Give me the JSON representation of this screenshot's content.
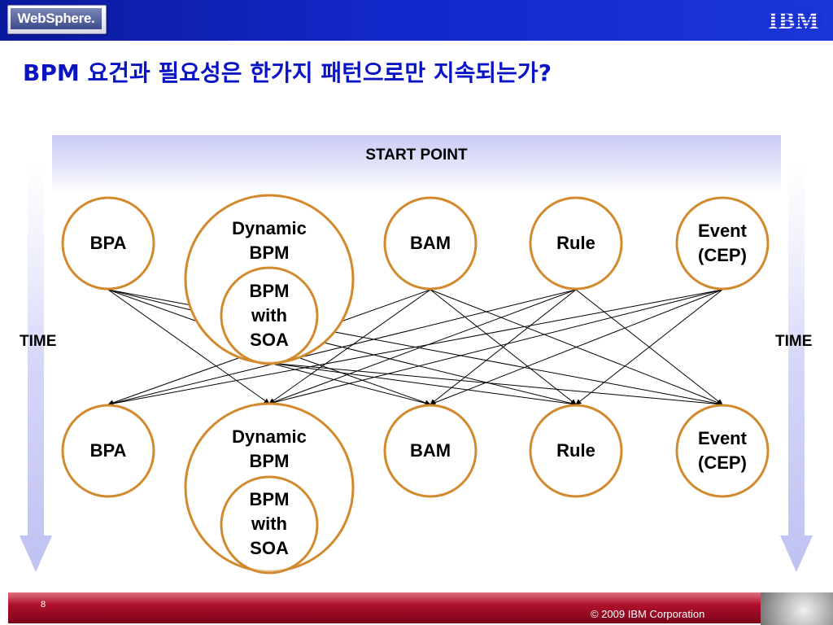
{
  "header": {
    "product_logo": "WebSphere.",
    "company_logo": "IBM"
  },
  "title": {
    "prefix": "BPM ",
    "korean": "요건과 필요성은 한가지 패턴으로만 지속되는가",
    "suffix": "?"
  },
  "diagram": {
    "start_label": "START POINT",
    "time_label_left": "TIME",
    "time_label_right": "TIME",
    "top_nodes": [
      {
        "id": "bpa",
        "label": "BPA"
      },
      {
        "id": "dynamic-bpm",
        "label": "Dynamic\nBPM"
      },
      {
        "id": "bpm-with-soa",
        "label": "BPM\nwith\nSOA"
      },
      {
        "id": "bam",
        "label": "BAM"
      },
      {
        "id": "rule",
        "label": "Rule"
      },
      {
        "id": "event-cep",
        "label": "Event\n(CEP)"
      }
    ],
    "bottom_nodes": [
      {
        "id": "bpa",
        "label": "BPA"
      },
      {
        "id": "dynamic-bpm",
        "label": "Dynamic\nBPM"
      },
      {
        "id": "bpm-with-soa",
        "label": "BPM\nwith\nSOA"
      },
      {
        "id": "bam",
        "label": "BAM"
      },
      {
        "id": "rule",
        "label": "Rule"
      },
      {
        "id": "event-cep",
        "label": "Event\n(CEP)"
      }
    ],
    "connections": [
      [
        "bpa",
        "dynamic-bpm"
      ],
      [
        "bpa",
        "bam"
      ],
      [
        "bpa",
        "rule"
      ],
      [
        "bpa",
        "event-cep"
      ],
      [
        "dynamic-bpm",
        "bam"
      ],
      [
        "dynamic-bpm",
        "rule"
      ],
      [
        "dynamic-bpm",
        "event-cep"
      ],
      [
        "bam",
        "bpa"
      ],
      [
        "bam",
        "dynamic-bpm"
      ],
      [
        "bam",
        "rule"
      ],
      [
        "bam",
        "event-cep"
      ],
      [
        "rule",
        "bpa"
      ],
      [
        "rule",
        "dynamic-bpm"
      ],
      [
        "rule",
        "bam"
      ],
      [
        "rule",
        "event-cep"
      ],
      [
        "event-cep",
        "bpa"
      ],
      [
        "event-cep",
        "dynamic-bpm"
      ],
      [
        "event-cep",
        "bam"
      ],
      [
        "event-cep",
        "rule"
      ]
    ],
    "colors": {
      "node_stroke": "#d28a2e",
      "arrow_fill": "#c9cbf5",
      "title": "#0a14c4"
    }
  },
  "footer": {
    "page_number": "8",
    "copyright": "© 2009 IBM Corporation"
  }
}
